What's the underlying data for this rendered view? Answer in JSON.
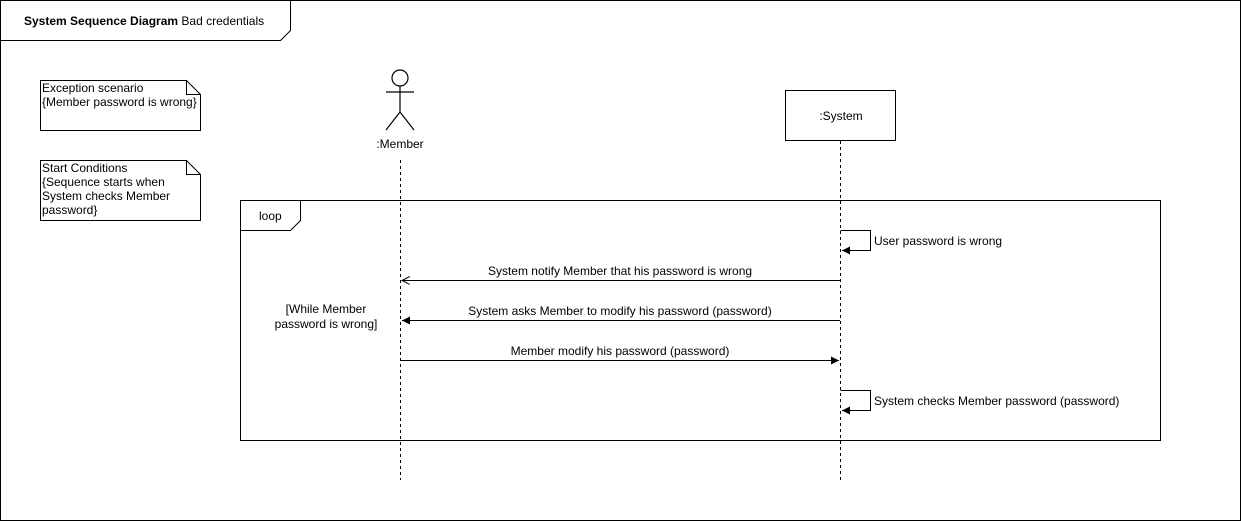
{
  "frame": {
    "title_bold": "System Sequence Diagram",
    "title_rest": " Bad credentials"
  },
  "notes": [
    {
      "lines": [
        "Exception scenario",
        "{Member password is wrong}"
      ]
    },
    {
      "lines": [
        "Start Conditions",
        "{Sequence starts when",
        "System checks Member",
        "password}"
      ]
    }
  ],
  "participants": {
    "member": {
      "label": ":Member"
    },
    "system": {
      "label": ":System"
    }
  },
  "loop": {
    "label": "loop",
    "guard_lines": [
      "[While Member",
      "password is wrong]"
    ]
  },
  "messages": [
    {
      "label": "User password is wrong"
    },
    {
      "label": "System notify Member that his password is wrong"
    },
    {
      "label": "System asks Member to modify his password (password)"
    },
    {
      "label": "Member modify his password (password)"
    },
    {
      "label": "System checks Member password (password)"
    }
  ]
}
